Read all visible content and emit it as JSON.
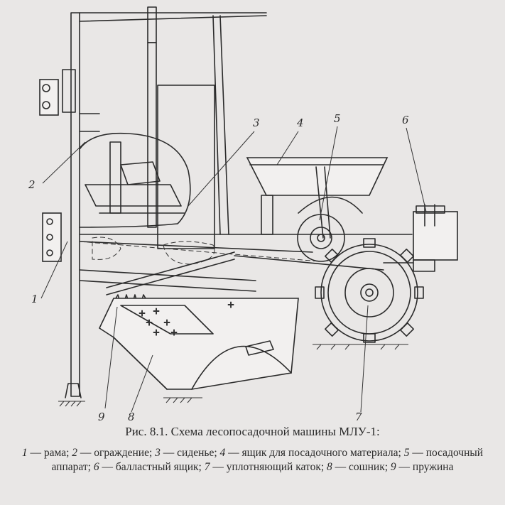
{
  "caption": {
    "title": "Рис. 8.1. Схема лесопосадочной машины МЛУ-1:"
  },
  "legend": [
    {
      "num": "1",
      "text": "рама"
    },
    {
      "num": "2",
      "text": "ограждение"
    },
    {
      "num": "3",
      "text": "сиденье"
    },
    {
      "num": "4",
      "text": "ящик для посадочного материала"
    },
    {
      "num": "5",
      "text": "посадочный аппарат"
    },
    {
      "num": "6",
      "text": "балластный ящик"
    },
    {
      "num": "7",
      "text": "уплотняющий каток"
    },
    {
      "num": "8",
      "text": "сошник"
    },
    {
      "num": "9",
      "text": "пружина"
    }
  ],
  "callouts": {
    "c1": "1",
    "c2": "2",
    "c3": "3",
    "c4": "4",
    "c5": "5",
    "c6": "6",
    "c7": "7",
    "c8": "8",
    "c9": "9"
  }
}
